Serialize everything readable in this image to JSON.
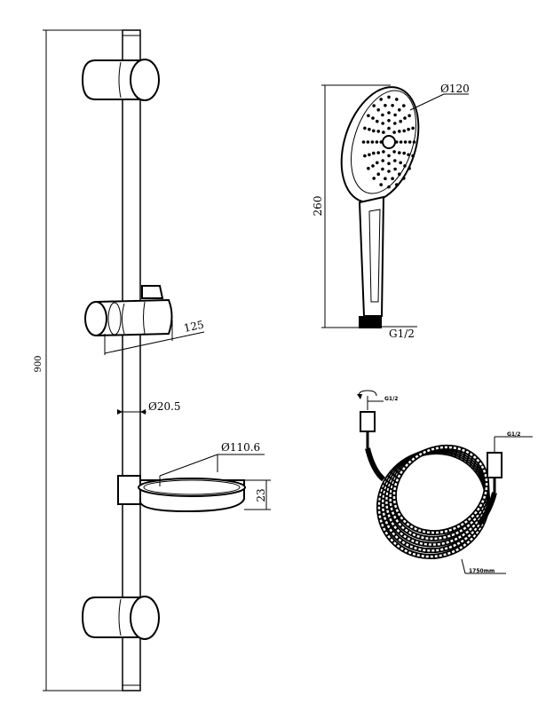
{
  "dimensions": {
    "rail_length": "900",
    "bracket_depth": "125",
    "rail_diameter": "Ø20.5",
    "dish_diameter": "Ø110.6",
    "dish_height": "23",
    "head_diameter": "Ø120",
    "handset_length": "260",
    "handset_thread": "G1/2",
    "hose_thread_left": "G1/2",
    "hose_thread_right": "G1/2",
    "hose_length": "1750mm"
  },
  "colors": {
    "line": "#000000",
    "background": "#ffffff"
  }
}
